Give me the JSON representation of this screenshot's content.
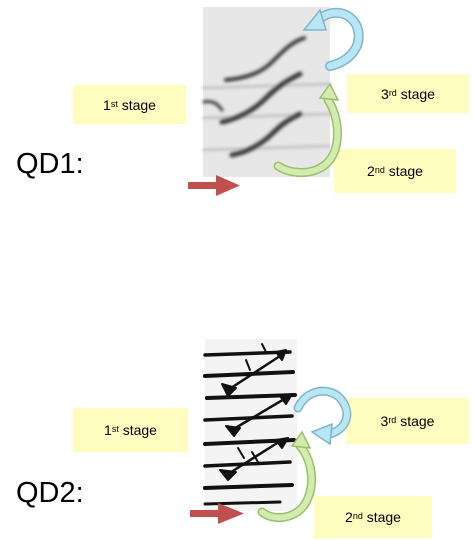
{
  "panels": [
    {
      "label": "QD1:",
      "stages": [
        {
          "num": "1",
          "suffix": "st",
          "word": "stage"
        },
        {
          "num": "3",
          "suffix": "rd",
          "word": "stage"
        },
        {
          "num": "2",
          "suffix": "nd",
          "word": "stage"
        }
      ]
    },
    {
      "label": "QD2:",
      "stages": [
        {
          "num": "1",
          "suffix": "st",
          "word": "stage"
        },
        {
          "num": "3",
          "suffix": "rd",
          "word": "stage"
        },
        {
          "num": "2",
          "suffix": "nd",
          "word": "stage"
        }
      ]
    }
  ],
  "colors": {
    "stage_box": "#fefcbf",
    "red_arrow": "#c0504d",
    "blue_arrow": "#9fd9ea",
    "green_arrow": "#c3df9b"
  }
}
